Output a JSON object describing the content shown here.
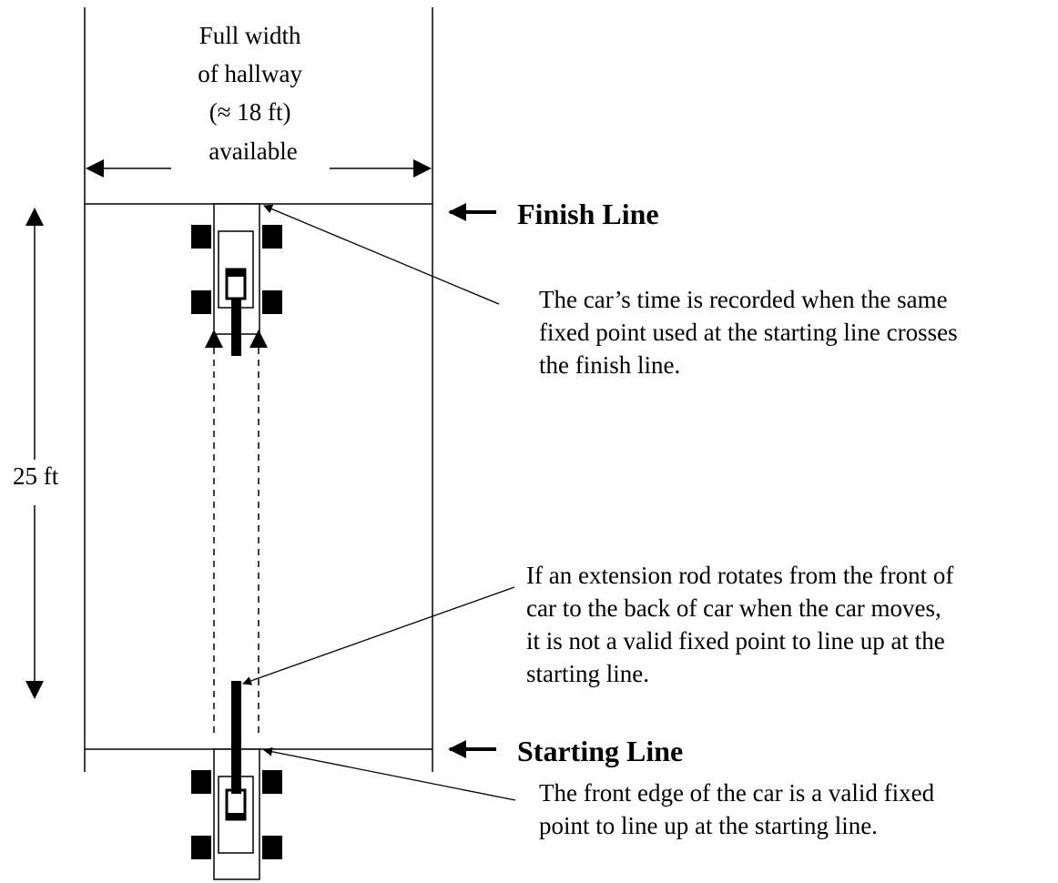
{
  "hallway": {
    "width_label_lines": [
      "Full width",
      "of hallway",
      "(≈ 18 ft)",
      "available"
    ]
  },
  "length_label": "25 ft",
  "finish": {
    "title": "Finish Line",
    "note_lines": [
      "The car’s time is recorded when the same",
      "fixed point used at the starting line crosses",
      "the finish line."
    ]
  },
  "rod_note_lines": [
    "If an extension rod rotates from the front of",
    "car to the back of car when the car moves,",
    "it is not a valid fixed point to line up at the",
    "starting line."
  ],
  "start": {
    "title": "Starting Line",
    "note_lines": [
      "The front edge of the car is a valid fixed",
      "point to line up at the starting line."
    ]
  }
}
